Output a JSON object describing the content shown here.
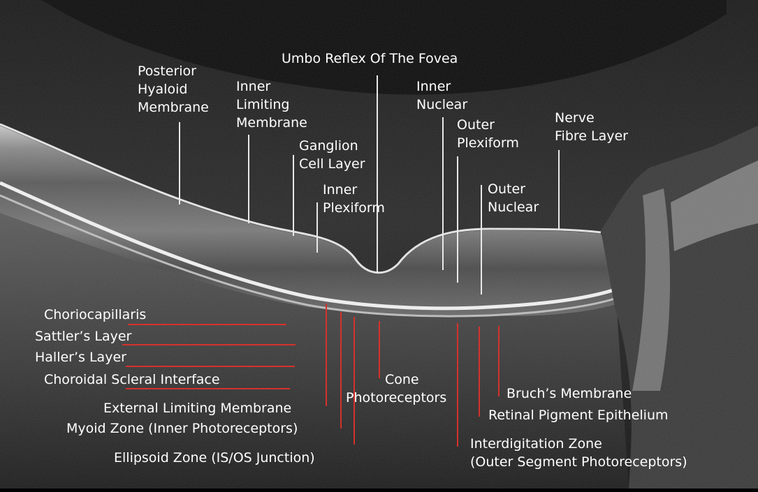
{
  "colors": {
    "top_label_line": "#e8e8e8",
    "bottom_label_line": "#d4322c",
    "label_text": "#ffffff",
    "background": "#000000"
  },
  "labels": {
    "posterior_hyaloid": [
      "Posterior",
      "Hyaloid",
      "Membrane"
    ],
    "inner_limiting": [
      "Inner",
      "Limiting",
      "Membrane"
    ],
    "umbo_reflex": [
      "Umbo Reflex Of The Fovea"
    ],
    "ganglion_cell": [
      "Ganglion",
      "Cell Layer"
    ],
    "inner_plexiform": [
      "Inner",
      "Plexiform"
    ],
    "inner_nuclear": [
      "Inner",
      "Nuclear"
    ],
    "outer_plexiform": [
      "Outer",
      "Plexiform"
    ],
    "outer_nuclear": [
      "Outer",
      "Nuclear"
    ],
    "nerve_fibre": [
      "Nerve",
      "Fibre Layer"
    ],
    "choriocapillaris": [
      "Choriocapillaris"
    ],
    "sattlers": [
      "Sattler’s Layer"
    ],
    "hallers": [
      "Haller’s Layer"
    ],
    "choroidal_scleral": [
      "Choroidal Scleral Interface"
    ],
    "external_limiting": [
      "External Limiting Membrane"
    ],
    "myoid_zone": [
      "Myoid Zone (Inner Photoreceptors)"
    ],
    "ellipsoid_zone": [
      "Ellipsoid Zone (IS/OS Junction)"
    ],
    "cone_photoreceptors": [
      "Cone",
      "Photoreceptors"
    ],
    "bruchs": [
      "Bruch’s Membrane"
    ],
    "rpe": [
      "Retinal Pigment Epithelium"
    ],
    "interdigitation": [
      "Interdigitation Zone",
      "(Outer Segment Photoreceptors)"
    ]
  }
}
